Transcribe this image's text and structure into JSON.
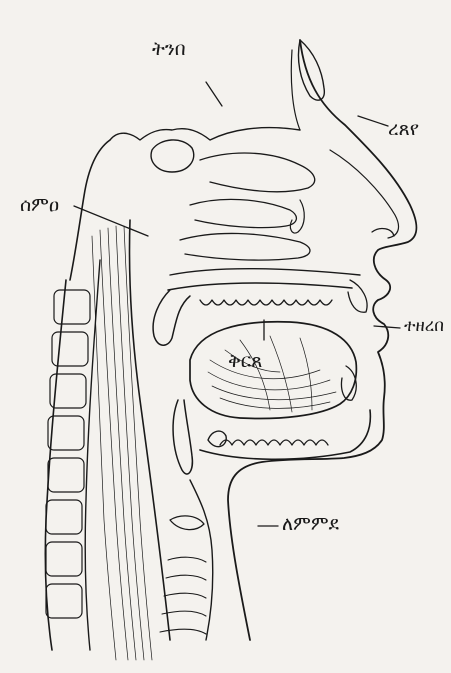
{
  "labels": {
    "top": "ትንበ",
    "nose": "ረጸየ",
    "back": "ሰምዐ",
    "lips": "ተዘረበ",
    "tongue": "ቅርጸ",
    "throat": "ለምምደ"
  },
  "colors": {
    "paper": "#f4f2ee",
    "ink": "#1a1a1a"
  }
}
